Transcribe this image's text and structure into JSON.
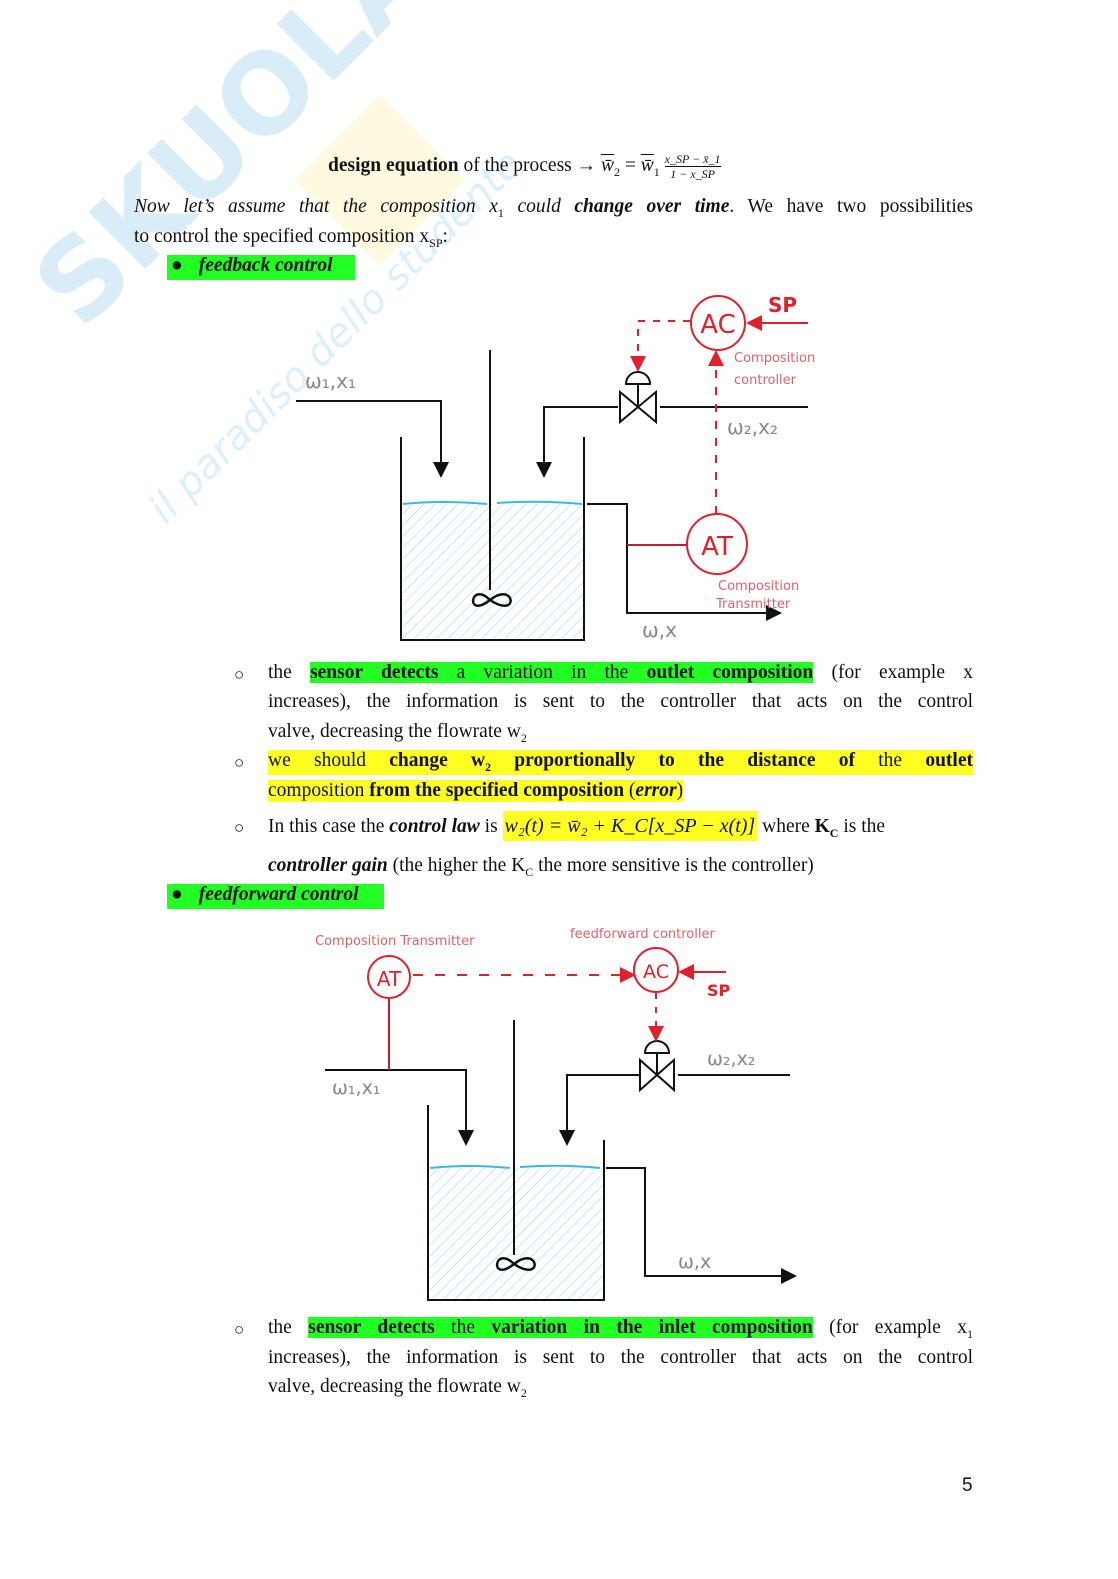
{
  "watermark": {
    "brand": "SKUOLA.net",
    "tagline": "il paradiso dello studente"
  },
  "design_eq": {
    "label": "design equation",
    "rest": " of the process → ",
    "lhs": "w̄",
    "lhs_sub": "2",
    "eq": " = ",
    "w1": "w̄",
    "w1_sub": "1",
    "num": "x_SP − x̄_1",
    "den": "1 − x_SP"
  },
  "intro": {
    "p1": "Now let’s assume that the composition x",
    "p1_sub": "1",
    "p2": " could ",
    "p3": "change over time",
    "p4": ". We have two possibilities",
    "line2": "to control the specified composition x",
    "line2_sub": "SP",
    "line2_end": ":"
  },
  "feedback": {
    "heading": "feedback control",
    "diagram": {
      "in1": "ω₁,x₁",
      "in2": "ω₂,x₂",
      "out": "ω,x",
      "ac": "AC",
      "at": "AT",
      "sp": "SP",
      "ac_label1": "Composition",
      "ac_label2": "controller",
      "at_label1": "Composition",
      "at_label2": "Transmitter"
    },
    "b1": {
      "t1": "the ",
      "h1": "sensor detects",
      "t2": " a variation in the ",
      "h2": "outlet composition",
      "t3": " (for example x",
      "l2": "increases), the information is sent to the controller that acts on the control",
      "l3": "valve, decreasing the flowrate w",
      "l3_sub": "2"
    },
    "b2": {
      "a": "we should ",
      "b": "change w",
      "b_sub": "2",
      "c": " proportionally to the distance of",
      "d": " the ",
      "e": "outlet",
      "l2a": "composition ",
      "l2b": "from the specified composition",
      "l2c": " (",
      "l2d": "error",
      "l2e": ")"
    },
    "b3": {
      "a": "In this case the ",
      "b": "control law",
      "c": " is ",
      "eq": "w₂(t) = w̄₂ + K_C[x_SP − x(t)]",
      "d": " where ",
      "e": "K",
      "e_sub": "C",
      "f": " is the",
      "l2a": "controller gain",
      "l2b": " (the higher the K",
      "l2b_sub": "C",
      "l2c": " the more sensitive is the controller)"
    }
  },
  "feedforward": {
    "heading": "feedforward control",
    "diagram": {
      "in1": "ω₁,x₁",
      "in2": "ω₂,x₂",
      "out": "ω,x",
      "ac": "AC",
      "at": "AT",
      "sp": "SP",
      "at_label": "Composition Transmitter",
      "ac_label": "feedforward controller"
    },
    "b1": {
      "t1": "the ",
      "h1": "sensor detects",
      "t2": " the ",
      "h2": "variation in the inlet composition",
      "t3": " (for example x",
      "t3_sub": "1",
      "l2": "increases), the information is sent to the controller that acts on the control",
      "l3": "valve, decreasing the flowrate w",
      "l3_sub": "2"
    }
  },
  "page_number": "5",
  "colors": {
    "green_highlight": "#22ff22",
    "yellow_highlight": "#ffff22",
    "instrument_red": "#e0202a",
    "water": "#3cb8e0"
  }
}
